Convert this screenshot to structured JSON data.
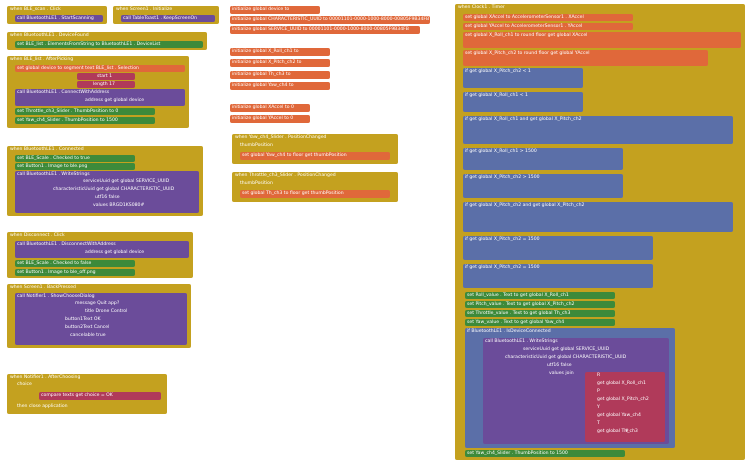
{
  "left_blocks": {
    "ble_click": {
      "line": "when BLE_scan . Click",
      "call": "call BluetoothLE1 . StartScanning"
    },
    "screen_init": {
      "line": "when Screen1 . Initialize",
      "call": "call TableToast1 . KeepScreenOn"
    },
    "device_found": {
      "line": "when BluetoothLE1 . DeviceFound",
      "set": "set BLE_list . ElementsFromString to BluetoothLE1 . DeviceList"
    },
    "after_picking": {
      "line": "when BLE_list . AfterPicking",
      "set": "set global device to segment text BLE_list . Selection",
      "start": "start 1",
      "length": "length 17",
      "call": "call BluetoothLE1 . ConnectWithAddress",
      "address": "address get global device",
      "thumb": "set Throttle_ch3_Slider . ThumbPosition to 0",
      "yaw": "set Yaw_ch4_Slider . ThumbPosition to 1500"
    },
    "connected": {
      "line": "when BluetoothLE1 . Connected",
      "checked": "set BLE_Scale . Checked to true",
      "image": "set Button1 . Image to ble.png",
      "write": "call BluetoothLE1 . WriteStrings",
      "service": "serviceUuid get global SERVICE_UUID",
      "char": "characteristicUuid get global CHARACTERISTIC_UUID",
      "utf": "utf16 false",
      "values": "values BRGD1KS080#"
    },
    "disconnect": {
      "line": "when Disconnect . Click",
      "call": "call BluetoothLE1 . DisconnectWithAddress",
      "address": "address get global device",
      "checked": "set BLE_Scale . Checked to false",
      "image": "set Button1 . Image to ble_off.png"
    },
    "back_pressed": {
      "line": "when Screen1 . BackPressed",
      "call": "call Notifier1 . ShowChooseDialog",
      "message": "message Quit app?",
      "title": "title Drone Control",
      "b1": "button1Text OK",
      "b2": "button2Text Cancel",
      "cancel": "cancelable true"
    },
    "after_choosing": {
      "line": "when Notifier1 . AfterChoosing",
      "choice": "choice",
      "compare": "compare texts get choice = OK",
      "then": "then close application"
    }
  },
  "mid_blocks": {
    "device": "initialize global device to",
    "char_uuid": "initialize global CHARACTERISTIC_UUID to 00001101-0000-1000-8000-00805F9B34FB",
    "service_uuid": "initialize global SERVICE_UUID to 00001101-0000-1000-8000-00805F9B34FB",
    "roll": "initialize global X_Roll_ch1 to",
    "pitch": "initialize global X_Pitch_ch2 to",
    "throttle": "initialize global Th_ch3 to",
    "yaw": "initialize global Yaw_ch4 to",
    "xaccel": "initialize global XAccel to 0",
    "yaccel": "initialize global YAccel to 0",
    "yaw_changed": "when Yaw_ch4_Slider . PositionChanged",
    "yaw_thumb": "thumbPosition",
    "yaw_set": "set global Yaw_ch4 to floor get thumbPosition",
    "th_changed": "when Throttle_ch3_Slider . PositionChanged",
    "th_thumb": "thumbPosition",
    "th_set": "set global Th_ch3 to floor get thumbPosition"
  },
  "right_blocks": {
    "timer": "when Clock1 . Timer",
    "set_xaccel": "set global XAccel to AccelerometerSensor1 . XAccel",
    "set_yaccel": "set global YAccel to AccelerometerSensor1 . YAccel",
    "set_roll": "set global X_Roll_ch1 to round floor get global XAccel",
    "set_pitch": "set global X_Pitch_ch2 to round floor get global YAccel",
    "if1": "if get global X_Pitch_ch2 < 1",
    "if2": "if get global X_Roll_ch1 < 1",
    "if3": "if get global X_Roll_ch1 and get global X_Pitch_ch2",
    "if4": "if get global X_Roll_ch1 > 1500",
    "if5": "if get global X_Pitch_ch2 > 1500",
    "if6": "if get global X_Pitch_ch2 and get global X_Pitch_ch2",
    "if7": "if get global X_Pitch_ch2 = 1500",
    "if8": "if get global X_Pitch_ch2 = 1500",
    "labels": [
      "set Roll_value . Text to get global X_Roll_ch1",
      "set Pitch_value . Text to get global X_Pitch_ch2",
      "set Throttle_value . Text to get global Th_ch3",
      "set Yaw_value . Text to get global Yaw_ch4"
    ],
    "if_connected": "if BluetoothLE1 . IsDeviceConnected",
    "write": "call BluetoothLE1 . WriteStrings",
    "service": "serviceUuid get global SERVICE_UUID",
    "char": "characteristicUuid get global CHARACTERISTIC_UUID",
    "utf": "utf16 false",
    "values": "values join",
    "join_items": [
      "R",
      "get global X_Roll_ch1",
      "P",
      "get global X_Pitch_ch2",
      "Y",
      "get global Yaw_ch4",
      "T",
      "get global Th_ch3",
      "#"
    ],
    "last": "set Yaw_ch4_Slider . ThumbPosition to 1500"
  }
}
